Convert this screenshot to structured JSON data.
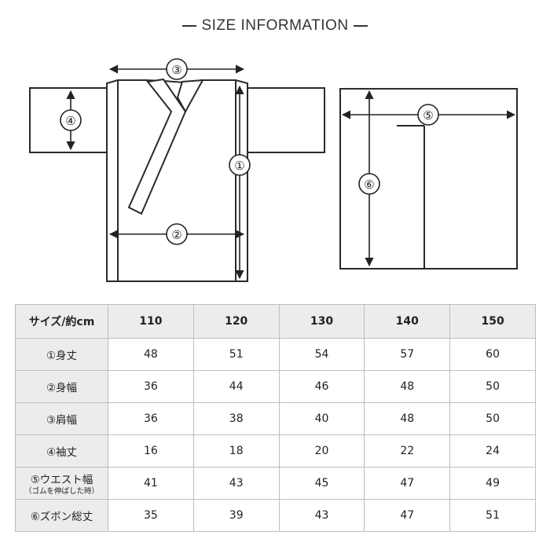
{
  "title": "SIZE INFORMATION",
  "diagram": {
    "labels": [
      "①",
      "②",
      "③",
      "④",
      "⑤",
      "⑥"
    ]
  },
  "table": {
    "corner": "サイズ/約cm",
    "sizes": [
      "110",
      "120",
      "130",
      "140",
      "150"
    ],
    "rows": [
      {
        "label": "①身丈",
        "sub": "",
        "values": [
          "48",
          "51",
          "54",
          "57",
          "60"
        ]
      },
      {
        "label": "②身幅",
        "sub": "",
        "values": [
          "36",
          "44",
          "46",
          "48",
          "50"
        ]
      },
      {
        "label": "③肩幅",
        "sub": "",
        "values": [
          "36",
          "38",
          "40",
          "48",
          "50"
        ]
      },
      {
        "label": "④袖丈",
        "sub": "",
        "values": [
          "16",
          "18",
          "20",
          "22",
          "24"
        ]
      },
      {
        "label": "⑤ウエスト幅",
        "sub": "（ゴムを伸ばした時）",
        "values": [
          "41",
          "43",
          "45",
          "47",
          "49"
        ]
      },
      {
        "label": "⑥ズボン総丈",
        "sub": "",
        "values": [
          "35",
          "39",
          "43",
          "47",
          "51"
        ]
      }
    ]
  }
}
